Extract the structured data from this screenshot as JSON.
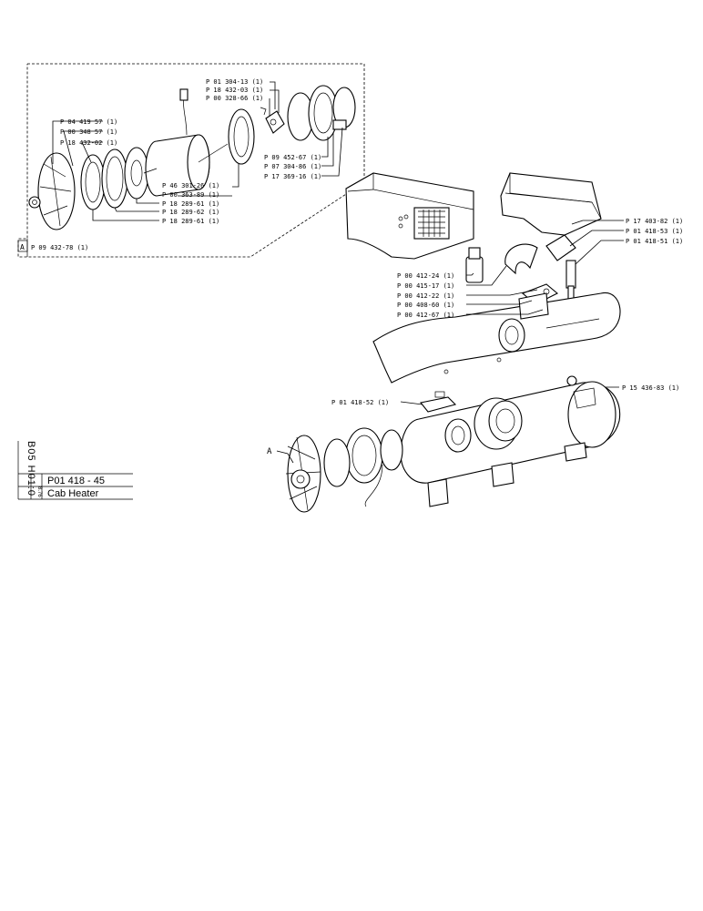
{
  "callouts": {
    "left_group": [
      "P 04 419 57 (1)",
      "P 00 348 57 (1)",
      "P 18 432-02 (1)"
    ],
    "top_group": [
      "P 01 304-13 (1)",
      "P 18 432-03 (1)",
      "P 00 328-66 (1)"
    ],
    "right_inset": [
      "P 09 452-67 (1)",
      "P 07 304-86 (1)",
      "P 17 369-16 (1)"
    ],
    "bottom_inset": [
      "P 46 301-26 (1)",
      "P 00 363-89 (1)",
      "P 18 289-61 (1)",
      "P 18 289-62 (1)",
      "P 18 289-61 (1)"
    ],
    "top_right": [
      "P 17 403-82 (1)",
      "P 01 418-53 (1)",
      "P 01 418-51 (1)"
    ],
    "center": [
      "P 00 412-24 (1)",
      "P 00 415-17 (1)",
      "P 00 412-22 (1)",
      "P 00 408-60 (1)",
      "P 00 412-67 (1)"
    ],
    "shell_right": "P 15 436-83 (1)",
    "switch_left": "P 01 418-52 (1)",
    "letter_a": "A",
    "inset_ref_letter": "A",
    "inset_ref_part": "P 09 432-78 (1)"
  },
  "title_block": {
    "vertical_code": "B05 H01:0",
    "date": "8.76",
    "part_number": "P01 418 - 45",
    "title": "Cab Heater"
  }
}
